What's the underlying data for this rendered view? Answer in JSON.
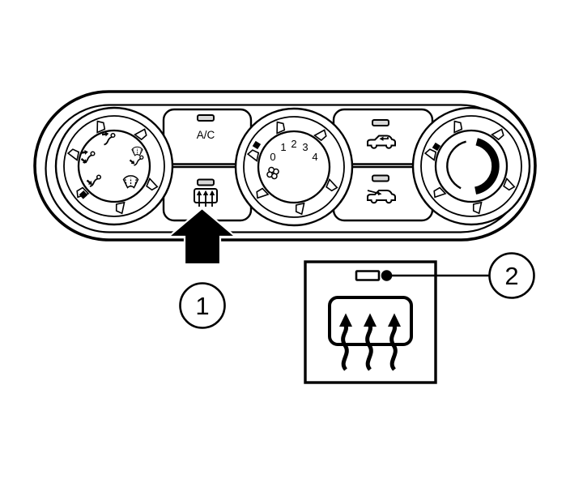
{
  "figure": {
    "background_color": "#ffffff",
    "line_color": "#000000",
    "indicator_unlit_fill": "#d9d9d9",
    "panel": {
      "name": "heater-and-air-conditioner-control-panel",
      "mode_knob": {
        "icons": [
          "seat-face-vent-icon",
          "seat-bilevel-icon",
          "seat-floor-icon",
          "floor-and-windshield-defrost-icon",
          "windshield-defrost-icon"
        ],
        "position_marker": "black-square"
      },
      "ac_button": {
        "label": "A/C",
        "indicator": "unlit"
      },
      "rear_defroster_button": {
        "icon": "rear-window-defroster-icon",
        "indicator": "unlit"
      },
      "fan_knob": {
        "speed_labels": [
          "0",
          "1",
          "2",
          "3",
          "4"
        ],
        "icon": "fan-icon",
        "position_marker": "black-square"
      },
      "recirculation_button": {
        "icon": "car-recirculated-air-icon",
        "indicator": "unlit"
      },
      "outside_air_button": {
        "icon": "car-outside-air-icon",
        "indicator": "unlit"
      },
      "temperature_knob": {
        "icon": "temperature-range-arc",
        "position_marker": "black-square"
      }
    },
    "callouts": {
      "one": {
        "number": "1",
        "points_to": "rear-defroster-button"
      },
      "two": {
        "number": "2",
        "points_to": "rear-defroster-indicator-light"
      }
    },
    "inset": {
      "icon": "rear-window-defroster-icon",
      "indicator": "indicator-light"
    }
  }
}
